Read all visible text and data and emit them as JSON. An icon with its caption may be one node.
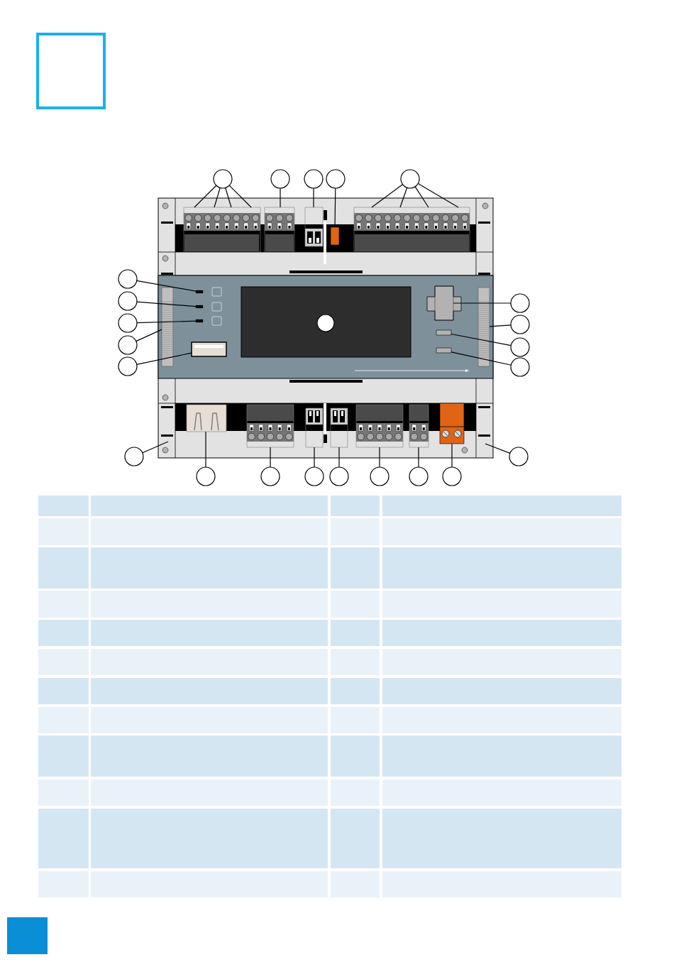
{
  "diagram": {
    "nodes": [
      {
        "text": [],
        "shape": "circle"
      },
      {
        "text": [],
        "shape": "circle"
      },
      {
        "text": [],
        "shape": "circle"
      },
      {
        "text": [],
        "shape": "circle"
      },
      {
        "text": [],
        "shape": "circle"
      },
      {
        "text": [],
        "shape": "circle"
      },
      {
        "text": [],
        "shape": "circle"
      },
      {
        "text": [],
        "shape": "circle"
      },
      {
        "text": [],
        "shape": "circle"
      },
      {
        "text": [],
        "shape": "circle"
      },
      {
        "text": [],
        "shape": "circle"
      },
      {
        "text": [],
        "shape": "circle"
      },
      {
        "text": [],
        "shape": "circle"
      },
      {
        "text": [],
        "shape": "circle"
      },
      {
        "text": [],
        "shape": "circle"
      },
      {
        "text": [],
        "shape": "circle"
      },
      {
        "text": [],
        "shape": "circle"
      },
      {
        "text": [],
        "shape": "circle"
      },
      {
        "text": [],
        "shape": "circle"
      },
      {
        "text": [],
        "shape": "circle"
      },
      {
        "text": [],
        "shape": "circle"
      },
      {
        "text": [],
        "shape": "circle"
      },
      {
        "text": [],
        "shape": "circle"
      },
      {
        "text": [],
        "shape": "circle"
      },
      {
        "text": [],
        "shape": "box"
      },
      {
        "text": [],
        "shape": "box"
      },
      {
        "text": [],
        "shape": "box"
      },
      {
        "text": [],
        "shape": "box"
      },
      {
        "text": [],
        "shape": "box"
      },
      {
        "text": [],
        "shape": "box"
      },
      {
        "text": [],
        "shape": "box"
      },
      {
        "text": [],
        "shape": "box"
      },
      {
        "text": [],
        "shape": "box"
      },
      {
        "text": [],
        "shape": "box"
      },
      {
        "text": [],
        "shape": "box"
      },
      {
        "text": [],
        "shape": "box"
      },
      {
        "text": [],
        "shape": "box"
      },
      {
        "text": [],
        "shape": "box"
      },
      {
        "text": [],
        "shape": "box"
      },
      {
        "text": [],
        "shape": "box"
      },
      {
        "text": [],
        "shape": "box"
      },
      {
        "text": [],
        "shape": "box"
      },
      {
        "text": [],
        "shape": "box"
      },
      {
        "text": [],
        "shape": "box"
      },
      {
        "text": [],
        "shape": "box"
      }
    ],
    "edges": [
      {
        "from": 0,
        "to": 24,
        "arrow": "none"
      },
      {
        "from": 0,
        "to": 24,
        "arrow": "none"
      },
      {
        "from": 0,
        "to": 24,
        "arrow": "none"
      },
      {
        "from": 0,
        "to": 24,
        "arrow": "none"
      },
      {
        "from": 1,
        "to": 25,
        "arrow": "none"
      },
      {
        "from": 2,
        "to": 26,
        "arrow": "none"
      },
      {
        "from": 3,
        "to": 27,
        "arrow": "none"
      },
      {
        "from": 4,
        "to": 28,
        "arrow": "none"
      },
      {
        "from": 4,
        "to": 28,
        "arrow": "none"
      },
      {
        "from": 4,
        "to": 28,
        "arrow": "none"
      },
      {
        "from": 4,
        "to": 28,
        "arrow": "none"
      },
      {
        "from": 5,
        "to": 29,
        "arrow": "none"
      },
      {
        "from": 6,
        "to": 30,
        "arrow": "none"
      },
      {
        "from": 7,
        "to": 31,
        "arrow": "none"
      },
      {
        "from": 8,
        "to": 32,
        "arrow": "none"
      },
      {
        "from": 9,
        "to": 33,
        "arrow": "none"
      },
      {
        "from": 11,
        "to": 34,
        "arrow": "none"
      },
      {
        "from": 12,
        "to": 35,
        "arrow": "none"
      },
      {
        "from": 13,
        "to": 36,
        "arrow": "none"
      },
      {
        "from": 14,
        "to": 37,
        "arrow": "none"
      },
      {
        "from": 15,
        "to": null,
        "arrow": "none"
      },
      {
        "from": 16,
        "to": 38,
        "arrow": "none"
      },
      {
        "from": 17,
        "to": 39,
        "arrow": "none"
      },
      {
        "from": 18,
        "to": 40,
        "arrow": "none"
      },
      {
        "from": 19,
        "to": 41,
        "arrow": "none"
      },
      {
        "from": 20,
        "to": 42,
        "arrow": "none"
      },
      {
        "from": 21,
        "to": 43,
        "arrow": "none"
      },
      {
        "from": 22,
        "to": 44,
        "arrow": "none"
      },
      {
        "from": 23,
        "to": null,
        "arrow": "none"
      }
    ]
  }
}
